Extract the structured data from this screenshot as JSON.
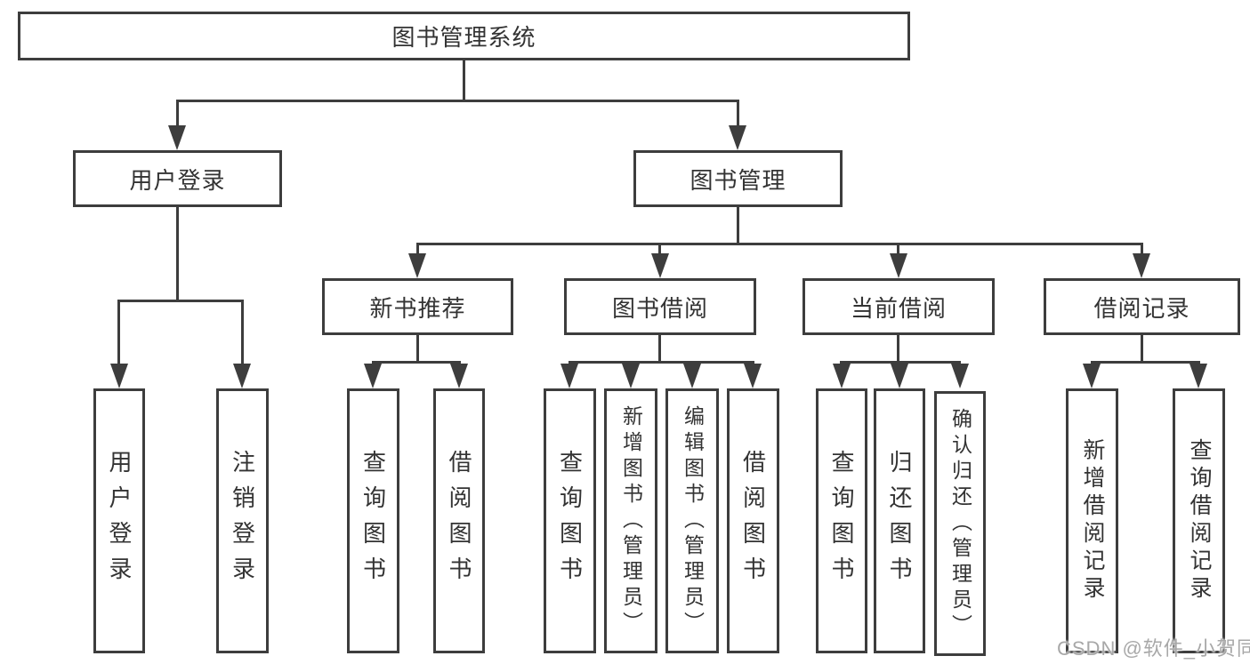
{
  "diagram": {
    "root": "图书管理系统",
    "level2": [
      {
        "label": "用户登录",
        "children": [
          "用户登录",
          "注销登录"
        ]
      },
      {
        "label": "图书管理",
        "children": [
          {
            "label": "新书推荐",
            "children": [
              "查询图书",
              "借阅图书"
            ]
          },
          {
            "label": "图书借阅",
            "children": [
              "查询图书",
              "新增图书（管理员）",
              "编辑图书（管理员）",
              "借阅图书"
            ]
          },
          {
            "label": "当前借阅",
            "children": [
              "查询图书",
              "归还图书",
              "确认归还（管理员）"
            ]
          },
          {
            "label": "借阅记录",
            "children": [
              "新增借阅记录",
              "查询借阅记录"
            ]
          }
        ]
      }
    ]
  },
  "watermark": "CSDN @软件_小贺同学",
  "colors": {
    "line": "#3d3d3d",
    "text": "#333333",
    "background": "#ffffff",
    "watermark": "#a8a8a8"
  }
}
